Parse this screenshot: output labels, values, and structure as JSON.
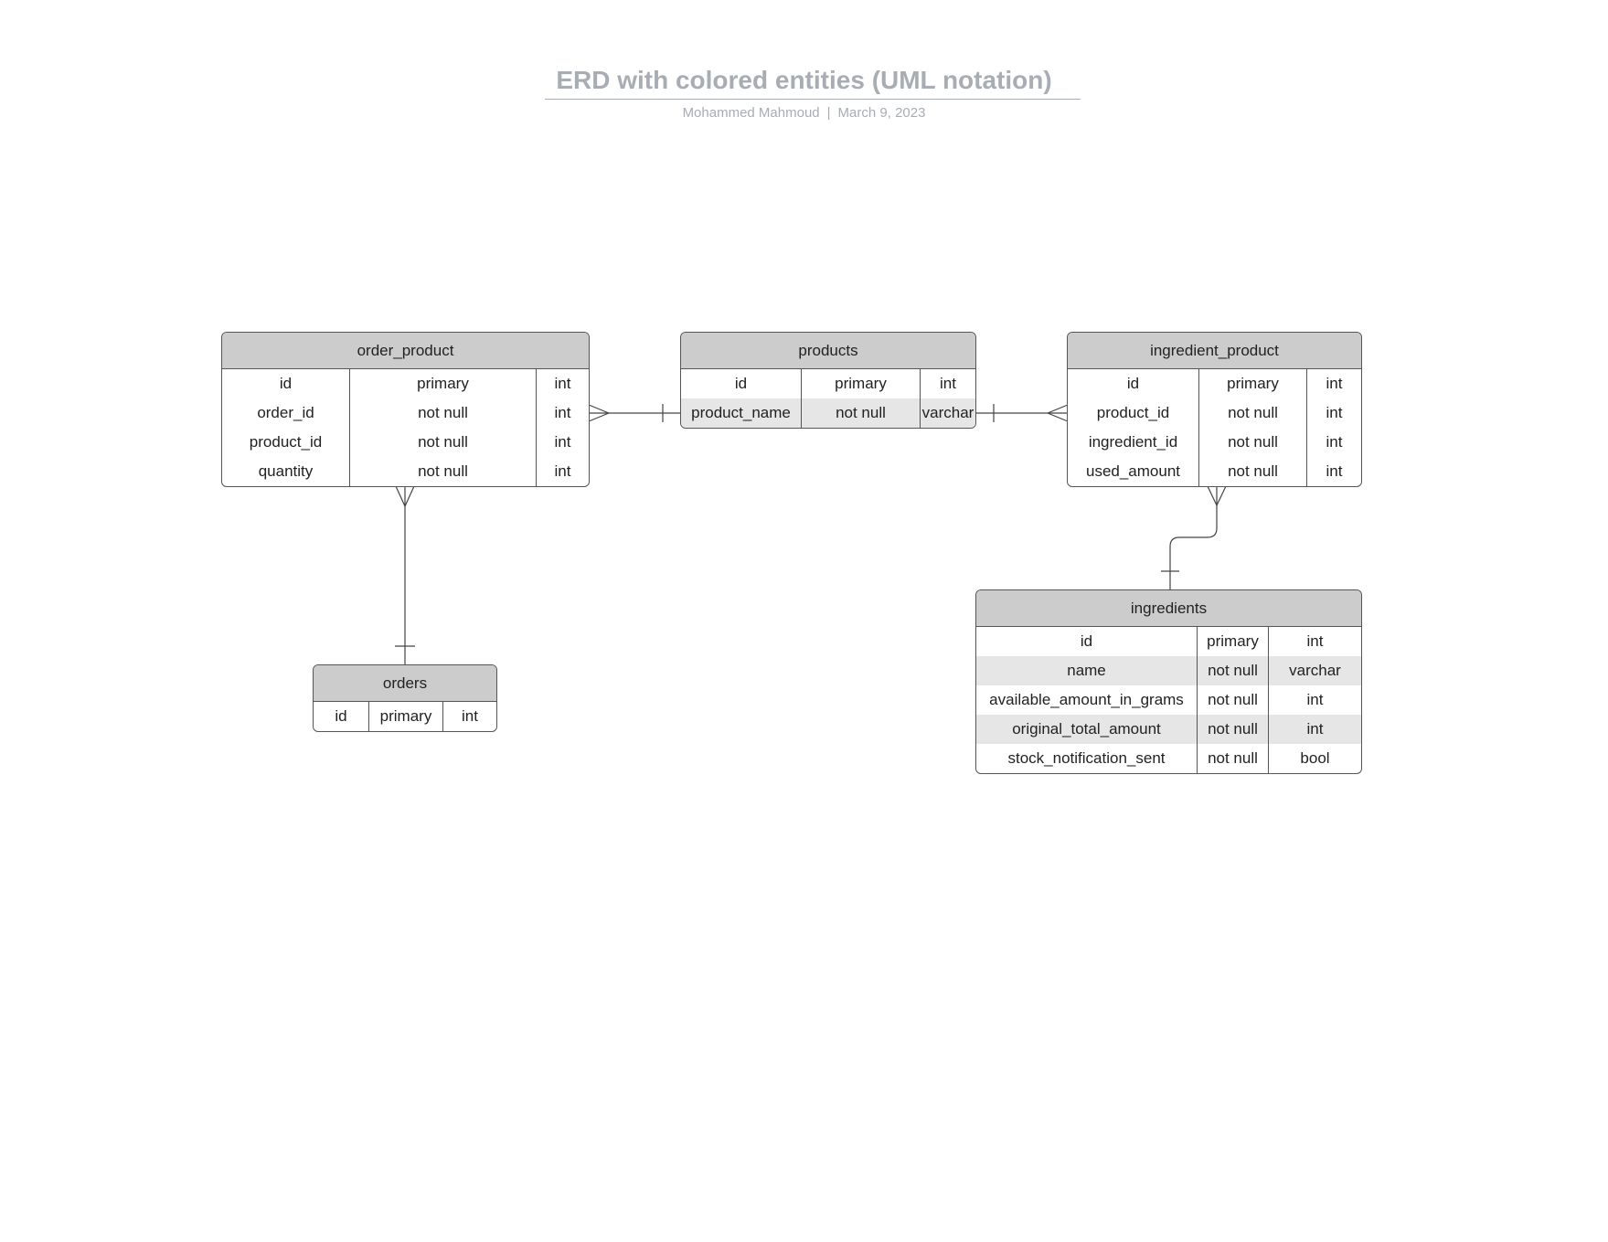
{
  "title": "ERD with colored entities (UML notation)",
  "subtitle": {
    "author": "Mohammed Mahmoud",
    "separator": "|",
    "date": "March 9, 2023"
  },
  "colors": {
    "header_fill": "#cccccc",
    "alt_row_fill": "#e6e6e6",
    "border": "#555555",
    "title": "#a8adb4"
  },
  "entities": {
    "order_product": {
      "name": "order_product",
      "rows": [
        {
          "name": "id",
          "constraint": "primary",
          "type": "int"
        },
        {
          "name": "order_id",
          "constraint": "not null",
          "type": "int"
        },
        {
          "name": "product_id",
          "constraint": "not null",
          "type": "int"
        },
        {
          "name": "quantity",
          "constraint": "not null",
          "type": "int"
        }
      ]
    },
    "products": {
      "name": "products",
      "rows": [
        {
          "name": "id",
          "constraint": "primary",
          "type": "int"
        },
        {
          "name": "product_name",
          "constraint": "not null",
          "type": "varchar"
        }
      ]
    },
    "ingredient_product": {
      "name": "ingredient_product",
      "rows": [
        {
          "name": "id",
          "constraint": "primary",
          "type": "int"
        },
        {
          "name": "product_id",
          "constraint": "not null",
          "type": "int"
        },
        {
          "name": "ingredient_id",
          "constraint": "not null",
          "type": "int"
        },
        {
          "name": "used_amount",
          "constraint": "not null",
          "type": "int"
        }
      ]
    },
    "orders": {
      "name": "orders",
      "rows": [
        {
          "name": "id",
          "constraint": "primary",
          "type": "int"
        }
      ]
    },
    "ingredients": {
      "name": "ingredients",
      "rows": [
        {
          "name": "id",
          "constraint": "primary",
          "type": "int"
        },
        {
          "name": "name",
          "constraint": "not null",
          "type": "varchar"
        },
        {
          "name": "available_amount_in_grams",
          "constraint": "not null",
          "type": "int"
        },
        {
          "name": "original_total_amount",
          "constraint": "not null",
          "type": "int"
        },
        {
          "name": "stock_notification_sent",
          "constraint": "not null",
          "type": "bool"
        }
      ]
    }
  },
  "relationships": [
    {
      "from": "order_product",
      "from_end": "many",
      "to": "products",
      "to_end": "one"
    },
    {
      "from": "products",
      "from_end": "one",
      "to": "ingredient_product",
      "to_end": "many"
    },
    {
      "from": "order_product",
      "from_end": "many",
      "to": "orders",
      "to_end": "one"
    },
    {
      "from": "ingredient_product",
      "from_end": "many",
      "to": "ingredients",
      "to_end": "one"
    }
  ]
}
